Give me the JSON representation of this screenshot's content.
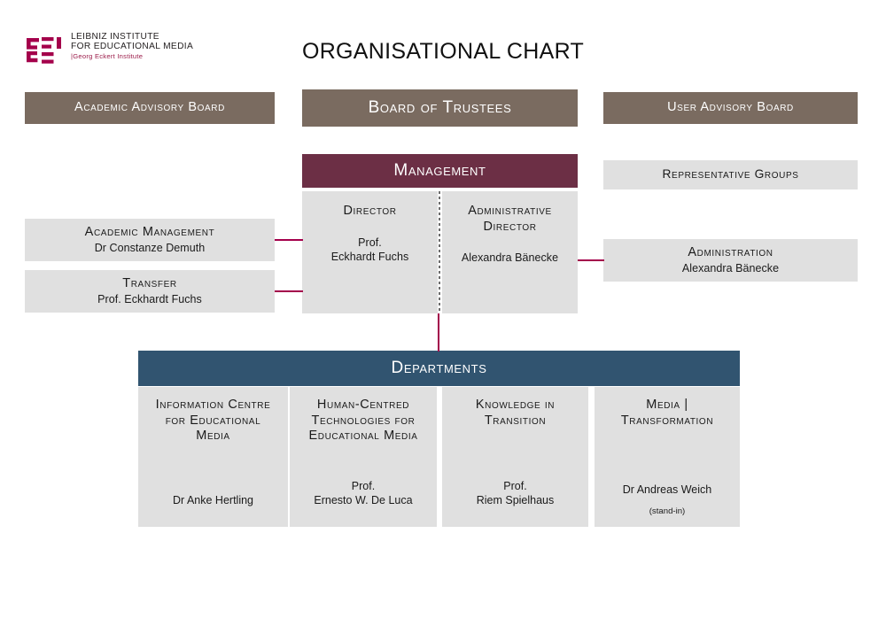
{
  "page": {
    "title": "ORGANISATIONAL CHART",
    "background": "#ffffff"
  },
  "colors": {
    "brown": "#7a6b60",
    "maroon": "#6c2f45",
    "blue": "#315470",
    "grey": "#e0e0e0",
    "connector": "#a4004b",
    "logo_red": "#9b1b49"
  },
  "logo": {
    "mark": "gei-logo-icon",
    "line1": "LEIBNIZ INSTITUTE",
    "line2": "FOR EDUCATIONAL MEDIA",
    "line3": "|Georg Eckert Institute"
  },
  "advisory": {
    "academic_advisory_board": "Academic Advisory Board",
    "board_of_trustees": "Board of Trustees",
    "user_advisory_board": "User Advisory Board"
  },
  "management": {
    "header": "Management",
    "director": {
      "role": "Director",
      "name": "Prof.\nEckhardt Fuchs"
    },
    "administrative_director": {
      "role": "Administrative\nDirector",
      "name": "Alexandra Bänecke"
    }
  },
  "left_column": {
    "academic_management": {
      "role": "Academic Management",
      "name": "Dr Constanze Demuth"
    },
    "transfer": {
      "role": "Transfer",
      "name": "Prof. Eckhardt Fuchs"
    }
  },
  "right_column": {
    "representative_groups": {
      "role": "Representative Groups"
    },
    "administration": {
      "role": "Administration",
      "name": "Alexandra Bänecke"
    }
  },
  "departments": {
    "header": "Departments",
    "items": [
      {
        "name": "Information Centre\nfor Educational\nMedia",
        "lead": "Dr Anke Hertling",
        "note": ""
      },
      {
        "name": "Human-Centred\nTechnologies for\nEducational Media",
        "lead": "Prof.\nErnesto W. De Luca",
        "note": ""
      },
      {
        "name": "Knowledge in\nTransition",
        "lead": "Prof.\nRiem Spielhaus",
        "note": ""
      },
      {
        "name": "Media |\nTransformation",
        "lead": "Dr Andreas Weich",
        "note": "(stand-in)"
      }
    ]
  }
}
